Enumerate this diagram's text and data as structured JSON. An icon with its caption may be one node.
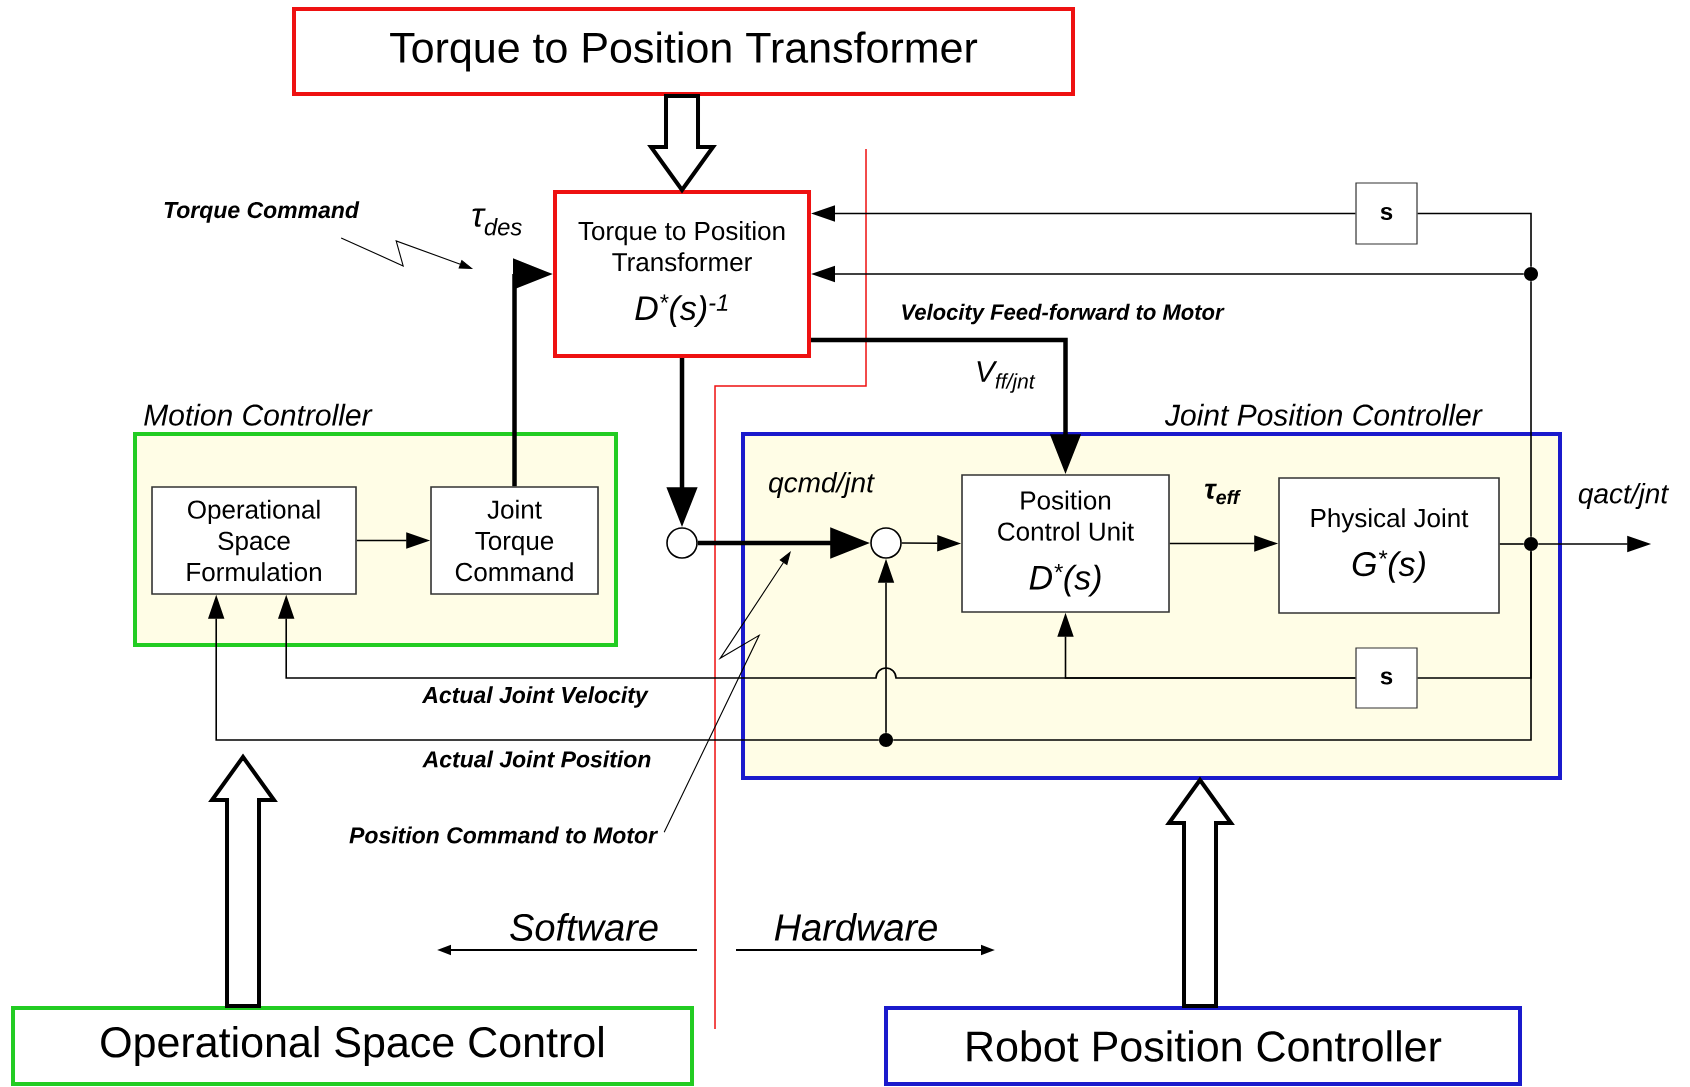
{
  "diagram": {
    "nodes": [
      {
        "text": [
          "Torque to Position Transformer"
        ]
      },
      {
        "text": [
          "Torque to Position Transformer",
          "D$^{*}$(s)$^{-1}$"
        ]
      },
      {
        "text": [
          "Motion Controller"
        ]
      },
      {
        "text": [
          "Operational Space Formulation"
        ],
        "in": 2
      },
      {
        "text": [
          "Joint Torque Command"
        ],
        "in": 2
      },
      {
        "text": [],
        "shape": "circle"
      },
      {
        "text": [
          "Joint Position Controller"
        ]
      },
      {
        "text": [],
        "shape": "circle",
        "in": 6
      },
      {
        "text": [
          "Position Control Unit",
          "D$^{*}$(s)"
        ],
        "in": 6
      },
      {
        "text": [
          "Physical Joint",
          "G$^{*}$(s)"
        ],
        "in": 6
      },
      {
        "text": [
          "s"
        ]
      },
      {
        "text": [
          "s"
        ],
        "in": 6
      },
      {
        "text": [],
        "shape": "dot"
      },
      {
        "text": [],
        "shape": "dot",
        "in": 6
      },
      {
        "text": [],
        "shape": "dot",
        "in": 6
      },
      {
        "text": [
          "Operational Space Control"
        ]
      },
      {
        "text": [
          "Robot Position Controller"
        ]
      },
      {
        "text": [
          "Torque Command"
        ]
      },
      {
        "text": [
          "Position Command to Motor"
        ]
      }
    ],
    "edges": [
      {
        "from": 0,
        "to": 1,
        "arrow": "to",
        "style": "thick"
      },
      {
        "from": 15,
        "to": 2,
        "arrow": "to",
        "style": "thick"
      },
      {
        "from": 16,
        "to": 6,
        "arrow": "to",
        "style": "thick"
      },
      {
        "from": 4,
        "to": 1,
        "arrow": "to",
        "style": "thick",
        "label": "τ$_{des}$"
      },
      {
        "from": 1,
        "to": 5,
        "arrow": "to",
        "style": "thick"
      },
      {
        "from": 5,
        "to": 7,
        "arrow": "to",
        "style": "thick",
        "label": "qcmd/jnt"
      },
      {
        "from": 1,
        "to": 8,
        "arrow": "to",
        "style": "thick",
        "label": "V$_{ff/jnt}$"
      },
      {
        "from": 3,
        "to": 4,
        "arrow": "to"
      },
      {
        "from": 7,
        "to": 8,
        "arrow": "to"
      },
      {
        "from": 8,
        "to": 9,
        "arrow": "to",
        "label": "τ$_{eff}$"
      },
      {
        "from": 9,
        "to": 13,
        "arrow": "none"
      },
      {
        "from": 13,
        "to": null,
        "arrow": "to",
        "label": "qact/jnt"
      },
      {
        "from": 13,
        "to": 12,
        "arrow": "none"
      },
      {
        "from": 12,
        "to": 10,
        "arrow": "none"
      },
      {
        "from": 10,
        "to": 1,
        "arrow": "to"
      },
      {
        "from": 12,
        "to": 1,
        "arrow": "to"
      },
      {
        "from": 13,
        "to": 11,
        "arrow": "none"
      },
      {
        "from": 11,
        "to": 3,
        "arrow": "to",
        "label": "Actual Joint Velocity"
      },
      {
        "from": 11,
        "to": 8,
        "arrow": "to"
      },
      {
        "from": 13,
        "to": 14,
        "arrow": "none"
      },
      {
        "from": 14,
        "to": 7,
        "arrow": "to"
      },
      {
        "from": 14,
        "to": 3,
        "arrow": "to",
        "label": "Actual Joint Position"
      },
      {
        "from": 17,
        "to": null,
        "arrow": "to"
      },
      {
        "from": 18,
        "to": 6,
        "arrow": "to"
      }
    ],
    "labels": [
      "Velocity Feed-forward to Motor",
      "Software",
      "Hardware"
    ]
  }
}
